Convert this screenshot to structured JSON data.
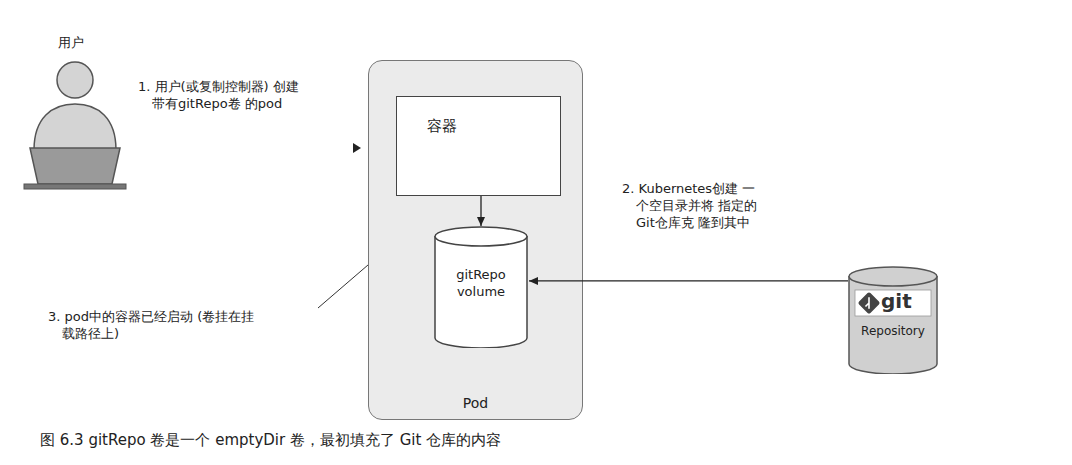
{
  "diagram": {
    "caption": "图 6.3 gitRepo 卷是一个 emptyDir 卷，最初填充了 Git 仓库的内容",
    "nodes": [
      {
        "text": [
          "Pod"
        ]
      },
      {
        "text": [
          "容器"
        ],
        "in": 0
      },
      {
        "text": [
          "gitRepo volume"
        ],
        "in": 0
      },
      {
        "text": [
          "git",
          "Repository"
        ]
      }
    ],
    "edges": [
      {
        "from": 1,
        "to": 2,
        "arrow": "to"
      },
      {
        "from": 3,
        "to": 2,
        "arrow": "to"
      }
    ],
    "labels": [
      "用户",
      "1. 用户(或复制控制器) 创建带有gitRepo卷 的pod",
      "2. Kubernetes创建 一个空目录并将 指定的Git仓库克 隆到其中",
      "3. pod中的容器已经启动 (卷挂在挂载路径上)"
    ]
  }
}
